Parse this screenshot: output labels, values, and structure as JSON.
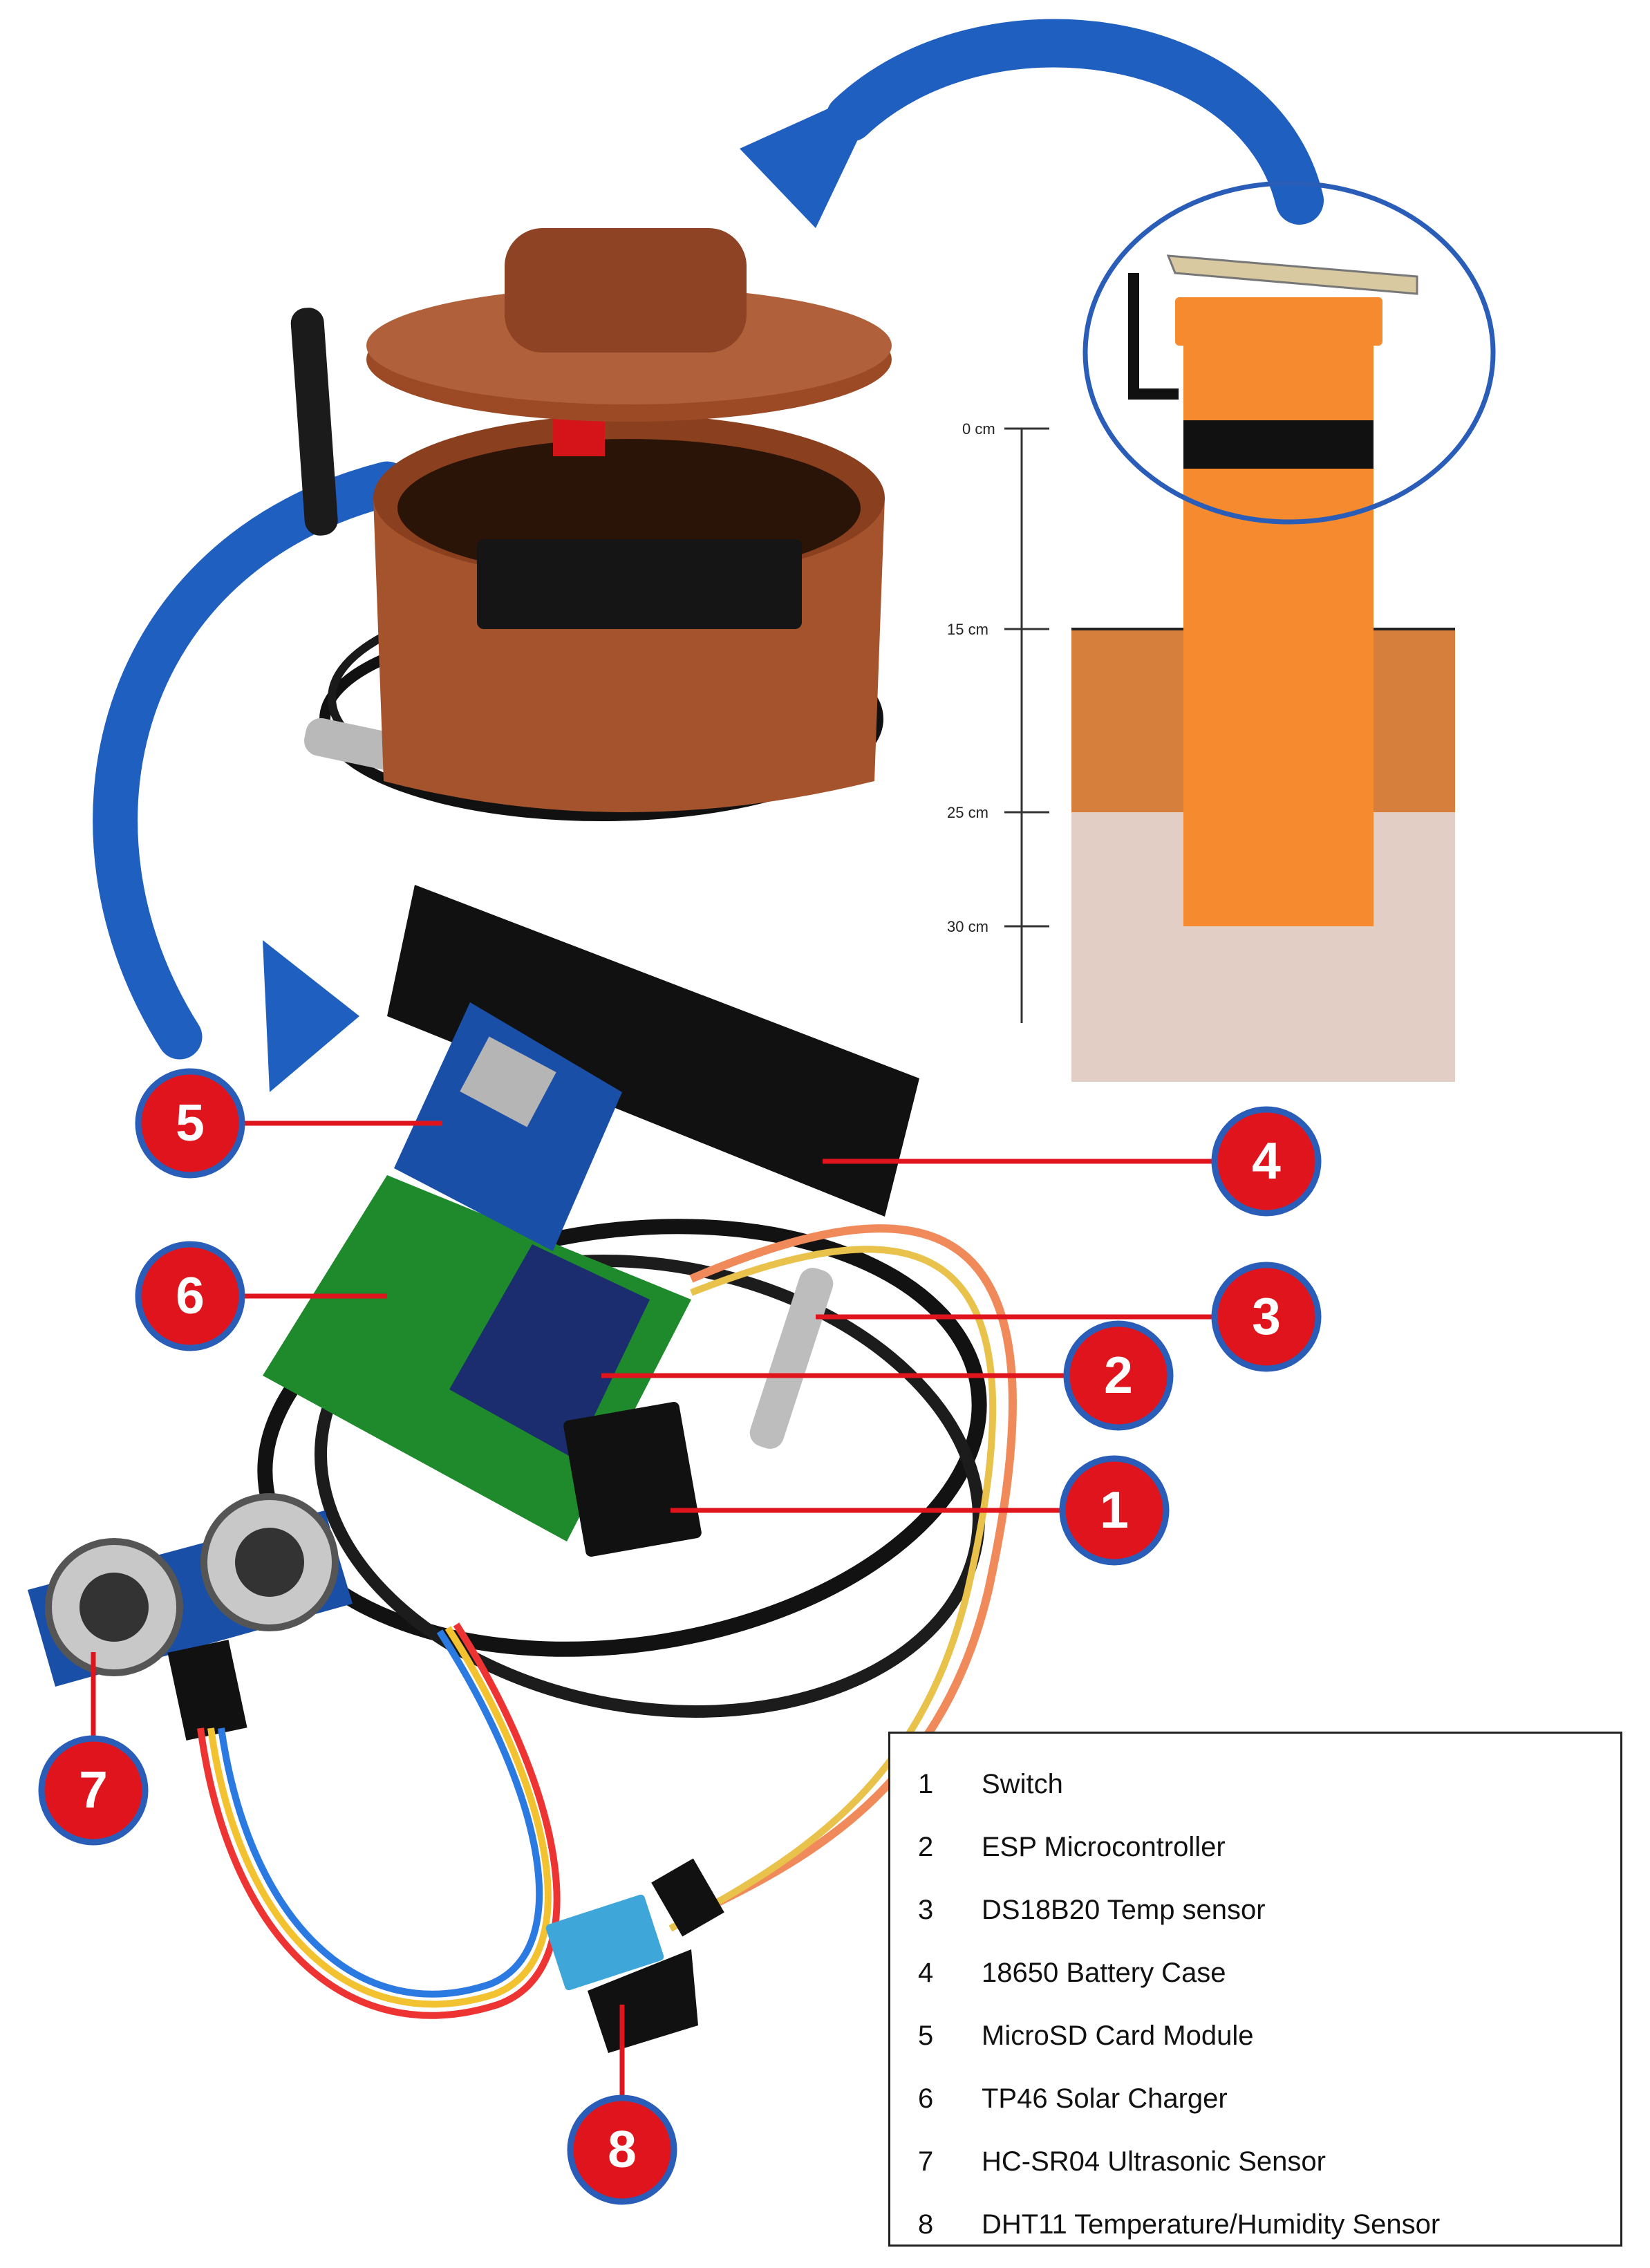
{
  "depth_scale": {
    "ticks": [
      "0 cm",
      "15 cm",
      "25 cm",
      "30 cm"
    ]
  },
  "callouts": [
    "5",
    "4",
    "6",
    "3",
    "2",
    "1",
    "7",
    "8"
  ],
  "legend": {
    "items": [
      {
        "num": "1",
        "label": "Switch"
      },
      {
        "num": "2",
        "label": "ESP Microcontroller"
      },
      {
        "num": "3",
        "label": "DS18B20 Temp sensor"
      },
      {
        "num": "4",
        "label": "18650 Battery Case"
      },
      {
        "num": "5",
        "label": "MicroSD Card Module"
      },
      {
        "num": "6",
        "label": "TP46 Solar Charger"
      },
      {
        "num": "7",
        "label": "HC-SR04 Ultrasonic Sensor"
      },
      {
        "num": "8",
        "label": "DHT11 Temperature/Humidity Sensor"
      }
    ]
  },
  "colors": {
    "arrow": "#1f5fbf",
    "callout_fill": "#e0141c",
    "callout_ring": "#2a5db8",
    "leader": "#e0141c",
    "probe": "#f58a2e",
    "soil_top": "#d67f3c",
    "soil_bottom": "#e3cec5",
    "housing": "#a5532d",
    "pcb": "#1e8a2c",
    "module_blue": "#1a4fa8"
  }
}
